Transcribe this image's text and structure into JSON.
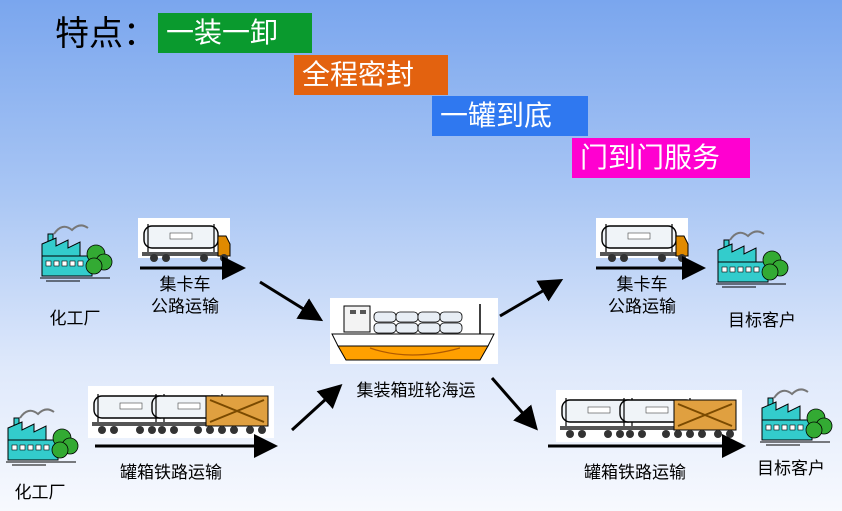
{
  "title": "特点：",
  "features": [
    {
      "label": "一装一卸",
      "color": "#0a9a2e"
    },
    {
      "label": "全程密封",
      "color": "#e3620f"
    },
    {
      "label": "一罐到底",
      "color": "#2f78f0"
    },
    {
      "label": "门到门服务",
      "color": "#ff00d0"
    }
  ],
  "left_top": {
    "factory": "化工厂",
    "truck_line1": "集卡车",
    "truck_line2": "公路运输"
  },
  "left_bottom": {
    "factory": "化工厂",
    "rail": "罐箱铁路运输"
  },
  "center": {
    "ship": "集装箱班轮海运"
  },
  "right_top": {
    "truck_line1": "集卡车",
    "truck_line2": "公路运输",
    "customer": "目标客户"
  },
  "right_bottom": {
    "rail": "罐箱铁路运输",
    "customer": "目标客户"
  },
  "colors": {
    "factory": "#33cccc",
    "tree": "#33aa33",
    "tank": "#f0f4f8",
    "cab": "#e08a00",
    "hull": "#ffa000"
  }
}
